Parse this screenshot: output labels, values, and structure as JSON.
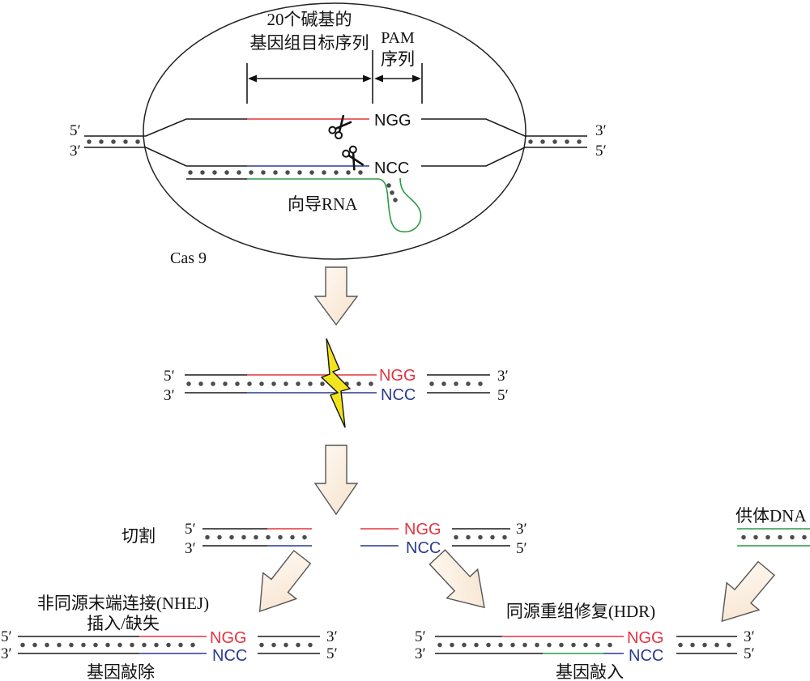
{
  "colors": {
    "strand": "#1a1a1a",
    "target_strand": "#e5333f",
    "complement_strand": "#2c3a8f",
    "guide_rna": "#2a9a47",
    "donor_dna": "#2a9a47",
    "arrow_fill": "#f6e2cc",
    "bolt": "#f2e41c"
  },
  "cas9_complex": {
    "name": "Cas 9",
    "target_label": [
      "20个碱基的",
      "基因组目标序列"
    ],
    "pam_label": [
      "PAM",
      "序列"
    ],
    "guide_rna_label": "向导RNA",
    "pam_top": "NGG",
    "pam_bottom": "NCC",
    "left_ends": {
      "top": "5′",
      "bottom": "3′"
    },
    "right_ends": {
      "top": "3′",
      "bottom": "5′"
    },
    "cut_icon": "scissors-icon"
  },
  "double_strand_break": {
    "pam_top": "NGG",
    "pam_bottom": "NCC",
    "left_ends": {
      "top": "5′",
      "bottom": "3′"
    },
    "right_ends": {
      "top": "3′",
      "bottom": "5′"
    },
    "break_icon": "lightning-bolt-icon"
  },
  "cleavage": {
    "label": "切割",
    "left_fragment": {
      "ends": {
        "top": "5′",
        "bottom": "3′"
      }
    },
    "right_fragment": {
      "pam_top": "NGG",
      "pam_bottom": "NCC",
      "ends": {
        "top": "3′",
        "bottom": "5′"
      }
    }
  },
  "donor": {
    "label": "供体DNA"
  },
  "nhej": {
    "title": [
      "非同源末端连接(NHEJ)",
      "插入/缺失"
    ],
    "left_ends": {
      "top": "5′",
      "bottom": "3′"
    },
    "pam_top": "NGG",
    "pam_bottom": "NCC",
    "right_ends": {
      "top": "3′",
      "bottom": "5′"
    },
    "outcome": "基因敲除"
  },
  "hdr": {
    "title": "同源重组修复(HDR)",
    "left_ends": {
      "top": "5′",
      "bottom": "3′"
    },
    "pam_top": "NGG",
    "pam_bottom": "NCC",
    "right_ends": {
      "top": "3′",
      "bottom": "5′"
    },
    "outcome": "基因敲入"
  }
}
